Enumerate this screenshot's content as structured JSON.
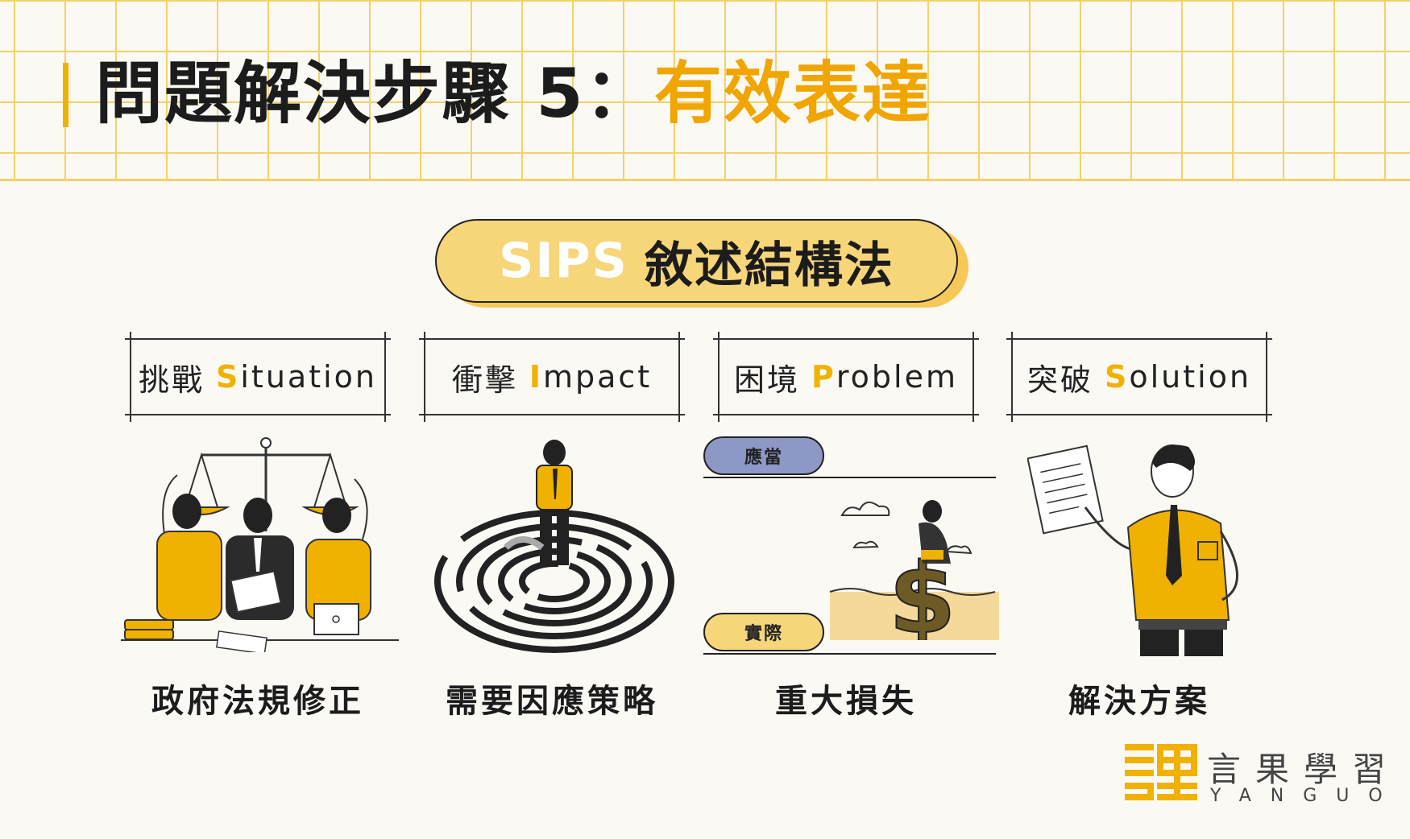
{
  "header": {
    "title_main": "問題解決步驟 5：",
    "title_accent": "有效表達"
  },
  "method": {
    "en": "SIPS",
    "zh": "敘述結構法"
  },
  "steps": [
    {
      "zh": "挑戰",
      "initial": "S",
      "rest": "ituation",
      "caption": "政府法規修正",
      "illustration": "meeting-scales-icon"
    },
    {
      "zh": "衝擊",
      "initial": "I",
      "rest": "mpact",
      "caption": "需要因應策略",
      "illustration": "maze-thinker-icon"
    },
    {
      "zh": "困境",
      "initial": "P",
      "rest": "roblem",
      "caption": "重大損失",
      "illustration": "sinking-dollar-icon"
    },
    {
      "zh": "突破",
      "initial": "S",
      "rest": "olution",
      "caption": "解決方案",
      "illustration": "presenting-document-icon"
    }
  ],
  "problem_tags": {
    "should": "應當",
    "actual": "實際"
  },
  "brand": {
    "zh": "言果學習",
    "en": "YANGUO"
  },
  "colors": {
    "accent": "#f0b100",
    "grid": "#f3d266",
    "pill": "#f7d67a",
    "tag_should": "#8e98c7",
    "ink": "#1c1c1c"
  }
}
